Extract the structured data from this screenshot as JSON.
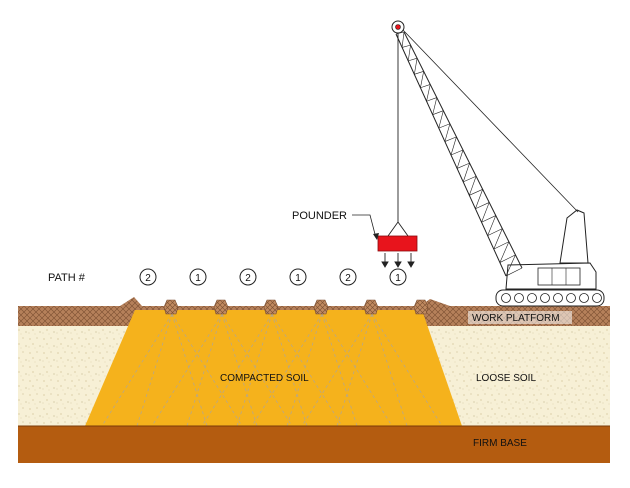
{
  "labels": {
    "path": "PATH #",
    "pounder": "POUNDER",
    "work_platform": "WORK PLATFORM",
    "compacted_soil": "COMPACTED SOIL",
    "loose_soil": "LOOSE SOIL",
    "firm_base": "FIRM BASE"
  },
  "paths": [
    "2",
    "1",
    "2",
    "1",
    "2",
    "1"
  ],
  "colors": {
    "compacted": "#f5b21c",
    "loose": "#f7f0d6",
    "platform": "#b5805a",
    "firm_base": "#b45c10",
    "pounder": "#e8141c"
  }
}
